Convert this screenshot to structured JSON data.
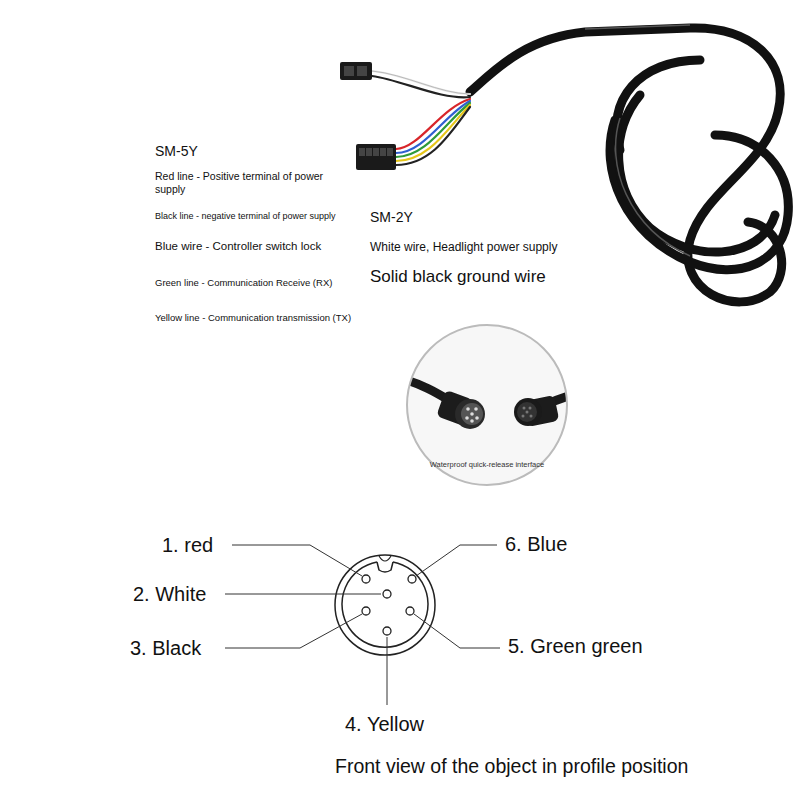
{
  "diagram": {
    "nodes": [
      {
        "text": [
          "Waterproof quick-release interface"
        ]
      }
    ],
    "labels": [
      "SM-5Y",
      "Red line - Positive terminal of power supply",
      "Black line - negative terminal of power supply",
      "SM-2Y",
      "Blue wire - Controller switch lock",
      "White wire, Headlight power supply",
      "Green line - Communication Receive (RX)",
      "Solid black ground wire",
      "Yellow line - Communication transmission (TX)",
      "1. red",
      "2. White",
      "3. Black",
      "4. Yellow",
      "5. Green green",
      "6. Blue",
      "Front view of the object in profile position"
    ]
  }
}
